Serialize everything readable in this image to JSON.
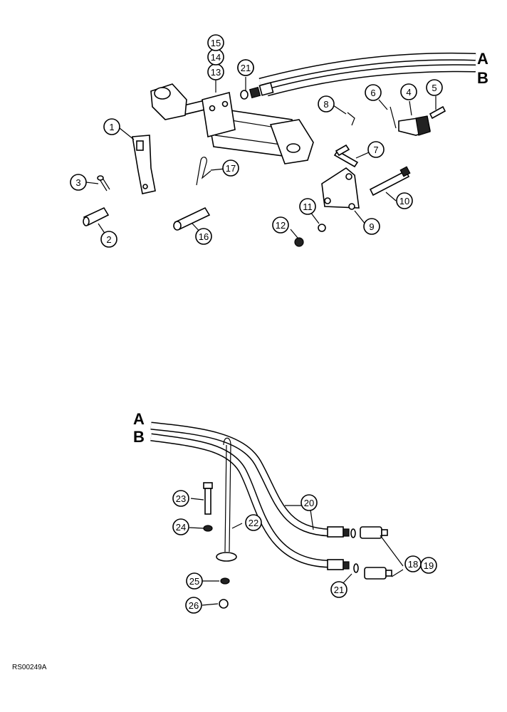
{
  "callouts": [
    "1",
    "2",
    "3",
    "4",
    "5",
    "6",
    "7",
    "8",
    "9",
    "10",
    "11",
    "12",
    "13",
    "14",
    "15",
    "16",
    "17",
    "18",
    "19",
    "20",
    "21",
    "21",
    "22",
    "23",
    "24",
    "25",
    "26",
    "21"
  ],
  "connection_labels": {
    "a": "A",
    "b": "B"
  },
  "drawing_code": "RS00249A"
}
